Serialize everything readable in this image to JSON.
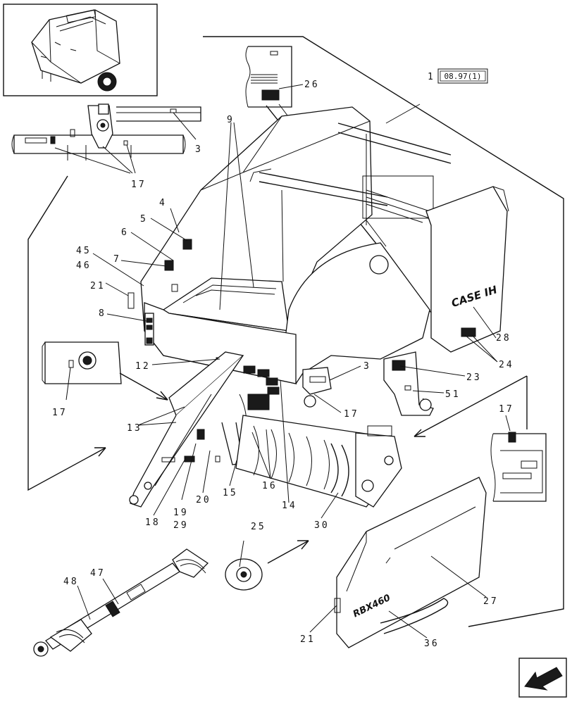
{
  "diagram": {
    "reference_box": "08.97(1)",
    "brand_decal": "CASE IH",
    "model_decal": "RBX460",
    "callouts": {
      "c1": "1",
      "c3a": "3",
      "c17a": "17",
      "c26": "26",
      "c9": "9",
      "c4": "4",
      "c5": "5",
      "c6": "6",
      "c45": "45",
      "c46": "46",
      "c7": "7",
      "c21a": "21",
      "c8": "8",
      "c12": "12",
      "c3b": "3",
      "c17b": "17",
      "c23": "23",
      "c28": "28",
      "c24": "24",
      "c51": "51",
      "c17c": "17",
      "c13": "13",
      "c17d": "17",
      "c15": "15",
      "c16": "16",
      "c14": "14",
      "c18": "18",
      "c19": "19",
      "c29": "29",
      "c20": "20",
      "c30": "30",
      "c25": "25",
      "c47": "47",
      "c48": "48",
      "c27": "27",
      "c21b": "21",
      "c36": "36"
    }
  }
}
